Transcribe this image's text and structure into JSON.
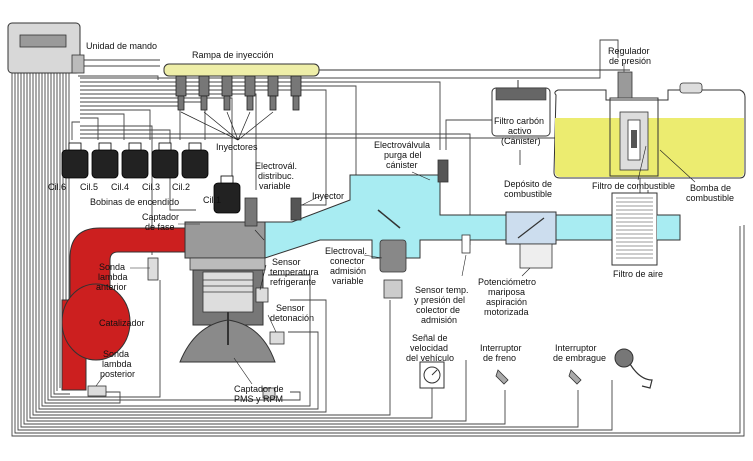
{
  "labels": {
    "control_unit": "Unidad de mando",
    "rail": "Rampa de inyección",
    "regulator_1": "Regulador",
    "regulator_2": "de presión",
    "injectors": "Inyectores",
    "canister_1": "Filtro carbón",
    "canister_2": "activo",
    "canister_3": "(Cánister)",
    "purge_1": "Electroválvula",
    "purge_2": "purga del",
    "purge_3": "cánister",
    "tank_1": "Depósito de",
    "tank_2": "combustible",
    "fuel_filter": "Filtro de combustible",
    "pump_1": "Bomba de",
    "pump_2": "combustible",
    "cyl6": "Cil.6",
    "cyl5": "Cil.5",
    "cyl4": "Cil.4",
    "cyl3": "Cil.3",
    "cyl2": "Cil.2",
    "cyl1": "Cil.1",
    "coils": "Bobinas de encendido",
    "cam_valve_1": "Electrovál.",
    "cam_valve_2": "distribuc.",
    "cam_valve_3": "variable",
    "injector": "Inyector",
    "phase_1": "Captador",
    "phase_2": "de fase",
    "intake_valve_1": "Electroval.",
    "intake_valve_2": "conector",
    "intake_valve_3": "admisión",
    "intake_valve_4": "variable",
    "lambda_front_1": "Sonda",
    "lambda_front_2": "lambda",
    "lambda_front_3": "anterior",
    "coolant_1": "Sensor",
    "coolant_2": "temperatura",
    "coolant_3": "refrigerante",
    "map_1": "Sensor temp.",
    "map_2": "y presión del",
    "map_3": "colector de",
    "map_4": "admisión",
    "throttle_1": "Potenciómetro",
    "throttle_2": "mariposa",
    "throttle_3": "aspiración",
    "throttle_4": "motorizada",
    "air_filter": "Filtro de aire",
    "catalyst": "Catalizador",
    "knock_1": "Sensor",
    "knock_2": "detonación",
    "lambda_rear_1": "Sonda",
    "lambda_rear_2": "lambda",
    "lambda_rear_3": "posterior",
    "speed_1": "Señal de",
    "speed_2": "velocidad",
    "speed_3": "del vehículo",
    "brake_1": "Interruptor",
    "brake_2": "de freno",
    "clutch_1": "Interruptor",
    "clutch_2": "de embrague",
    "crank_1": "Captador de",
    "crank_2": "PMS y RPM"
  },
  "colors": {
    "intake_air": "#a8ecf2",
    "exhaust": "#cc1f1f",
    "fuel": "#ecec7c",
    "rail": "#eeeea8",
    "engine_gray": "#8a8a8a",
    "ecu": "#d6d6d6",
    "wire": "#555555"
  }
}
